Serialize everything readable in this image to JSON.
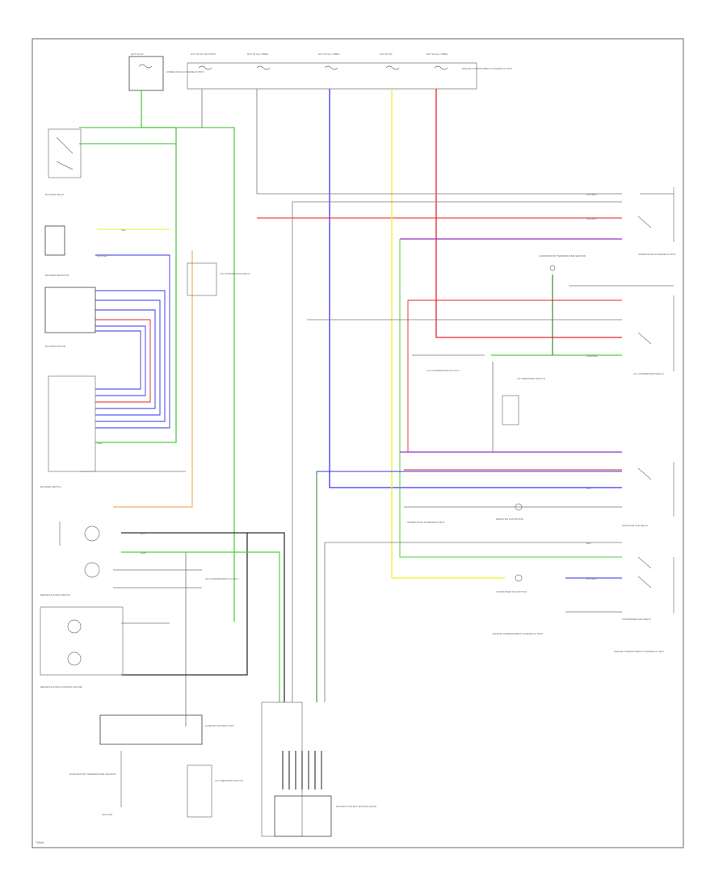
{
  "footer": {
    "code": "7/0/4H"
  },
  "colors": {
    "green": "#55cc44",
    "blue": "#3333ee",
    "red": "#ee2222",
    "yellow": "#eeee33",
    "purple": "#9933cc",
    "orange": "#f0a040",
    "gray": "#777777",
    "black": "#333333",
    "darkgreen": "#227733"
  },
  "fuses": [
    {
      "id": "f1",
      "label": "HOT IN ON"
    },
    {
      "id": "f2",
      "label": "HOT IN ON OR START"
    },
    {
      "id": "f3",
      "label": "HOT AT ALL TIMES"
    },
    {
      "id": "f4",
      "label": "HOT AT ALL TIMES"
    },
    {
      "id": "f5",
      "label": "HOT IN ON"
    },
    {
      "id": "f6",
      "label": "HOT AT ALL TIMES"
    }
  ],
  "components": {
    "blower_switch": "BLOWER SWITCH",
    "blower_resistor": "BLOWER RESISTOR",
    "blower_relay": "BLOWER RELAY",
    "blower_motor": "BLOWER MOTOR",
    "compressor_relay": "A/C COMPRESSOR RELAY",
    "radiator_fan_relay": "RADIATOR FAN RELAY",
    "condenser_fan_relay": "CONDENSER FAN RELAY",
    "engine_compartment_box": "ENGINE COMPARTMENT FUSE/RELAY BOX",
    "climate_control_unit": "CLIMATE CONTROL UNIT",
    "recirc_switch": "RECIRCULATION SWITCH",
    "recirc_motor": "RECIRCULATION CONTROL MOTOR",
    "ac_pressure_switch": "A/C PRESSURE SWITCH",
    "thermostat": "EVAPORATOR TEMPERATURE SENSOR",
    "engine_control_module": "ENGINE CONTROL MODULE (ECM)",
    "ac_clutch": "A/C COMPRESSOR CLUTCH",
    "radiator_fan_motor": "RADIATOR FAN MOTOR",
    "condenser_fan_motor": "CONDENSER FAN MOTOR",
    "dash_fuse_box": "UNDER-DASH FUSE/RELAY BOX",
    "ground_label": "GROUND"
  },
  "wires": {
    "gry_blk": "GRY/BLK",
    "grn_red": "GRN/RED",
    "blu_wht": "BLU/WHT",
    "red_blk": "RED/BLK",
    "blu_red": "BLU/RED",
    "blk": "BLK",
    "wht": "WHT",
    "yel": "YEL",
    "blu": "BLU",
    "grn": "GRN"
  }
}
